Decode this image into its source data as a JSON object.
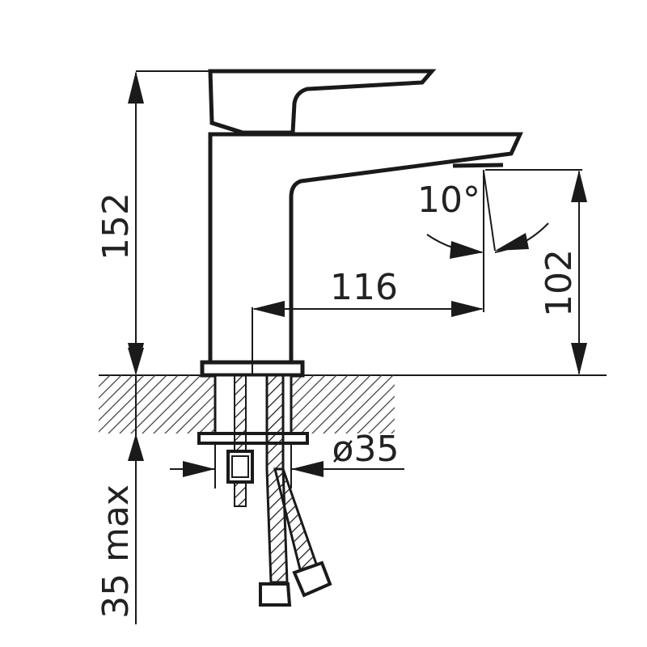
{
  "dimensions": {
    "height_total": "152",
    "spout_height": "102",
    "reach": "116",
    "angle": "10°",
    "diameter": "ø35",
    "max_thickness": "35 max"
  },
  "colors": {
    "line": "#1a1a1a",
    "background": "#ffffff"
  }
}
